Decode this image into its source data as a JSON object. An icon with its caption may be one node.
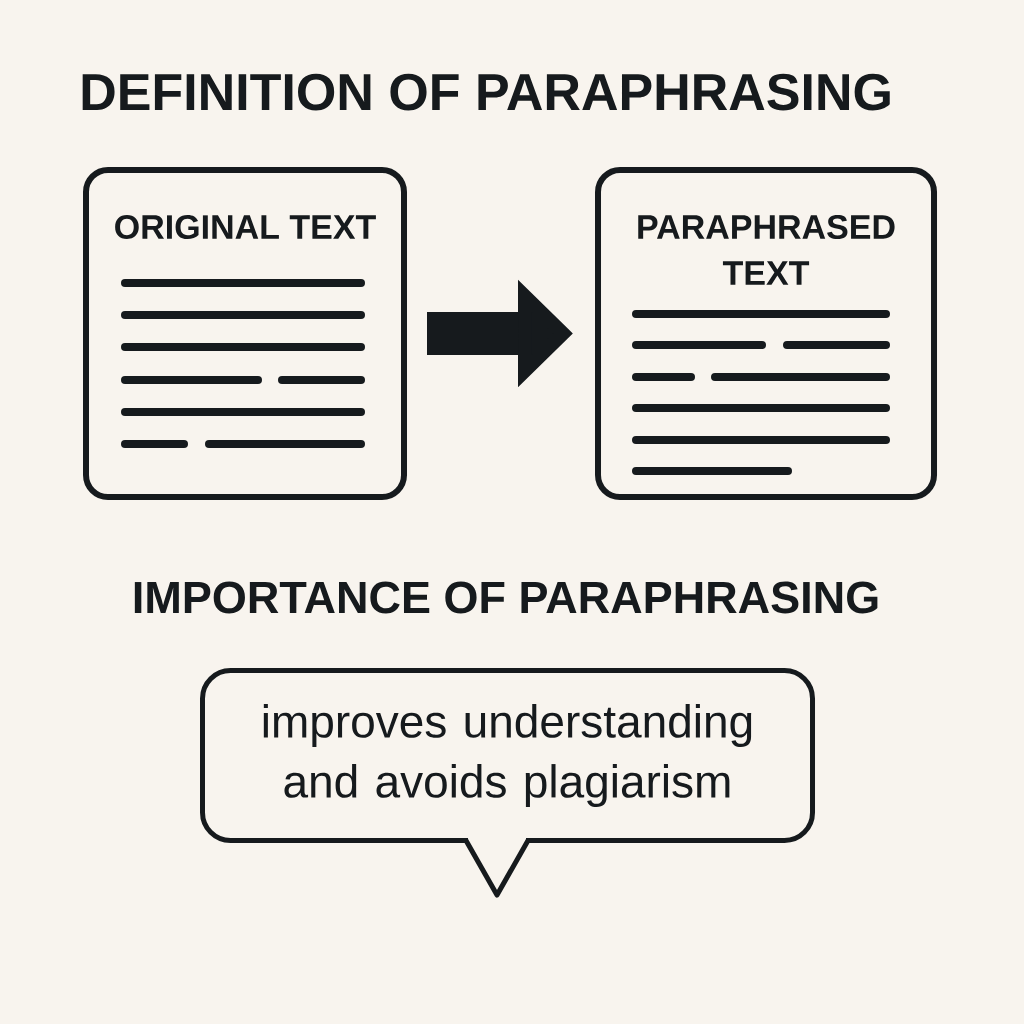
{
  "diagram": {
    "title": "DEFINITION OF PARAPHRASING",
    "nodes": [
      {
        "text": [
          "ORIGINAL TEXT"
        ]
      },
      {
        "text": [
          "PARAPHRASED TEXT"
        ]
      },
      {
        "text": [
          "improves understanding and avoids plagiarism"
        ]
      }
    ],
    "edges": [
      {
        "from": 0,
        "to": 1,
        "arrow": "to"
      }
    ],
    "labels": [
      "IMPORTANCE OF PARAPHRASING"
    ]
  }
}
